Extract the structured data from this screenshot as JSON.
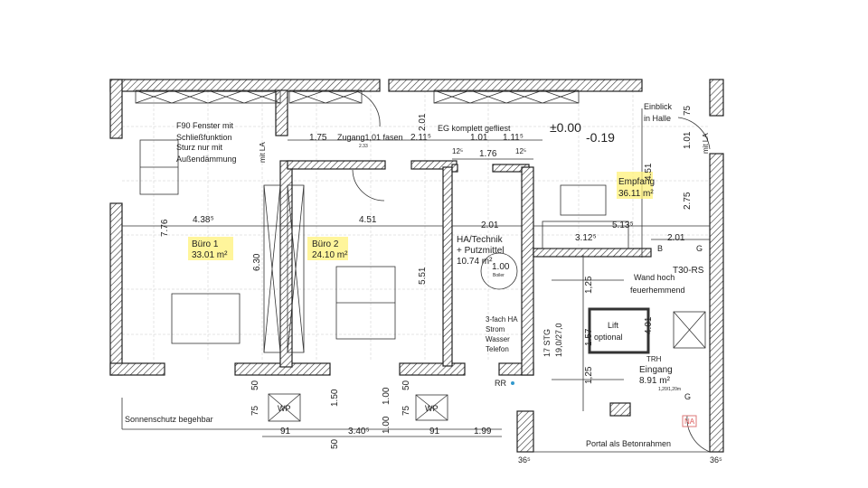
{
  "plan": {
    "notes": {
      "window": [
        "F90 Fenster mit",
        "Schließfunktion",
        "Sturz nur mit",
        "Außendämmung"
      ],
      "tiled": "EG komplett gefliest",
      "zugang": "Zugang1,01 fasen",
      "einblick": [
        "Einblick",
        "in Halle"
      ],
      "level_0": "±0.00",
      "level_1": "-0.19",
      "t30": "T30-RS",
      "wand": [
        "Wand hoch",
        "feuerhemmend"
      ],
      "ha": [
        "3-fach HA",
        "Strom",
        "Wasser",
        "Telefon"
      ],
      "boiler": "Boiler",
      "lift": [
        "Lift",
        "optional"
      ],
      "stairs": "17 STG",
      "stairs_dim": "19,0/27,0",
      "trh": "TRH",
      "rr": "RR",
      "sonnenschutz": "Sonnenschutz begehbar",
      "portal": "Portal als Betonrahmen",
      "na": "NA",
      "wp": "WP",
      "fluchtmaß": "1,20/1,20m",
      "mit_la": "mit LA",
      "b": "B",
      "g": "G"
    },
    "rooms": [
      {
        "name": "Büro 1",
        "area": "33.01 m²"
      },
      {
        "name": "Büro 2",
        "area": "24.10 m²"
      },
      {
        "name": "HA/Technik",
        "name2": "+ Putzmittel",
        "area": "10.74 m²"
      },
      {
        "name": "Empfang",
        "area": "36.11 m²"
      },
      {
        "name": "Eingang",
        "area": "8.91 m²"
      }
    ],
    "dims": {
      "d175": "1.75",
      "d211": "2.11⁵",
      "d201": "2.01",
      "d101": "1.01",
      "d1115": "1.11⁵",
      "d176": "1.76",
      "d125": "12⁵",
      "d233": "2.33",
      "d4385": "4.38⁵",
      "d451": "4.51",
      "d776": "7.76",
      "d630": "6.30",
      "d551": "5.51",
      "d75": "75",
      "d5135": "5.13⁵",
      "d3125": "3.12⁵",
      "d275": "2.75",
      "d4451": "4.51",
      "d100": "1.00",
      "d50": "50",
      "d150": "1.50",
      "d91": "91",
      "d3405": "3.40⁵",
      "d199": "1.99",
      "d401": "4.01",
      "d157": "1.57",
      "d125b": "1,25",
      "d24": "24",
      "d365": "36⁵"
    }
  }
}
